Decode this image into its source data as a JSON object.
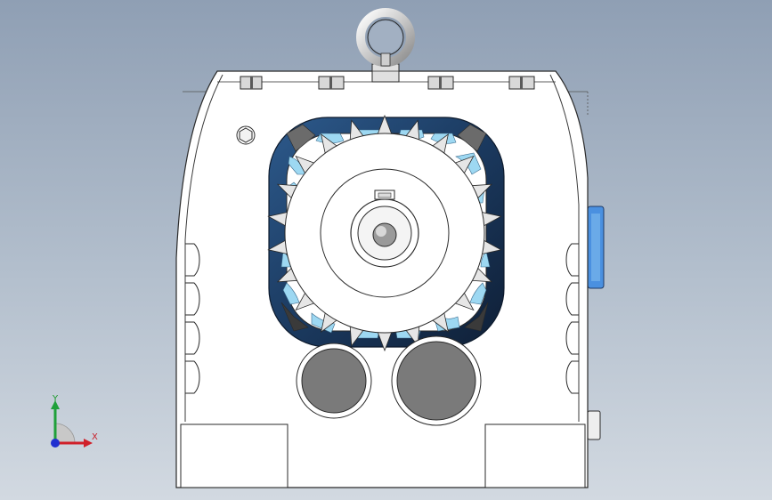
{
  "scene": {
    "view": "front",
    "body_color": "#ffffff",
    "outline_color": "#2a2a2a",
    "chain_dark_color": "#1f3f66",
    "chain_light_color": "#9dd8f2",
    "tooth_color": "#e6e6e6",
    "hole_color": "#7a7a7a",
    "side_cover_color": "#4a90e0",
    "sprocket_teeth": 22
  },
  "triad": {
    "x_label": "X",
    "y_label": "Y",
    "x_color": "#d0202a",
    "y_color": "#1fa03a",
    "z_color": "#2030d0"
  }
}
